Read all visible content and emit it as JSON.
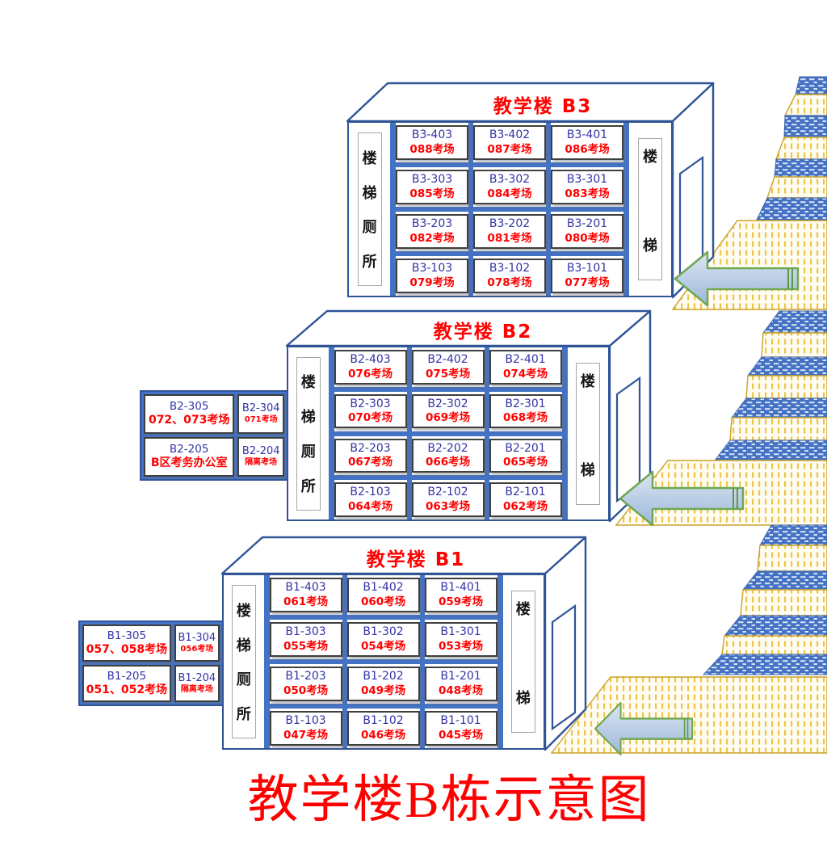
{
  "page": {
    "main_title": "教学楼B栋示意图"
  },
  "colors": {
    "outline_blue": "#2F5597",
    "grid_blue": "#4472C4",
    "room_number_text": "#3333A6",
    "red_text": "#FF0000",
    "arrow_green_border": "#6FA84F",
    "arrow_fill_light": "#DCE6F2",
    "hatch_yellow": "#EDB92E"
  },
  "buildings": [
    {
      "id": "B3",
      "title": "教学楼 B3",
      "left_label": [
        "楼",
        "梯",
        "厕",
        "所"
      ],
      "right_label": [
        "楼",
        "梯"
      ],
      "rooms": [
        [
          {
            "room": "B3-403",
            "exam": "088考场"
          },
          {
            "room": "B3-402",
            "exam": "087考场"
          },
          {
            "room": "B3-401",
            "exam": "086考场"
          }
        ],
        [
          {
            "room": "B3-303",
            "exam": "085考场"
          },
          {
            "room": "B3-302",
            "exam": "084考场"
          },
          {
            "room": "B3-301",
            "exam": "083考场"
          }
        ],
        [
          {
            "room": "B3-203",
            "exam": "082考场"
          },
          {
            "room": "B3-202",
            "exam": "081考场"
          },
          {
            "room": "B3-201",
            "exam": "080考场"
          }
        ],
        [
          {
            "room": "B3-103",
            "exam": "079考场"
          },
          {
            "room": "B3-102",
            "exam": "078考场"
          },
          {
            "room": "B3-101",
            "exam": "077考场"
          }
        ]
      ]
    },
    {
      "id": "B2",
      "title": "教学楼 B2",
      "left_label": [
        "楼",
        "梯",
        "厕",
        "所"
      ],
      "right_label": [
        "楼",
        "梯"
      ],
      "rooms": [
        [
          {
            "room": "B2-403",
            "exam": "076考场"
          },
          {
            "room": "B2-402",
            "exam": "075考场"
          },
          {
            "room": "B2-401",
            "exam": "074考场"
          }
        ],
        [
          {
            "room": "B2-303",
            "exam": "070考场"
          },
          {
            "room": "B2-302",
            "exam": "069考场"
          },
          {
            "room": "B2-301",
            "exam": "068考场"
          }
        ],
        [
          {
            "room": "B2-203",
            "exam": "067考场"
          },
          {
            "room": "B2-202",
            "exam": "066考场"
          },
          {
            "room": "B2-201",
            "exam": "065考场"
          }
        ],
        [
          {
            "room": "B2-103",
            "exam": "064考场"
          },
          {
            "room": "B2-102",
            "exam": "063考场"
          },
          {
            "room": "B2-101",
            "exam": "062考场"
          }
        ]
      ]
    },
    {
      "id": "B1",
      "title": "教学楼 B1",
      "left_label": [
        "楼",
        "梯",
        "厕",
        "所"
      ],
      "right_label": [
        "楼",
        "梯"
      ],
      "rooms": [
        [
          {
            "room": "B1-403",
            "exam": "061考场"
          },
          {
            "room": "B1-402",
            "exam": "060考场"
          },
          {
            "room": "B1-401",
            "exam": "059考场"
          }
        ],
        [
          {
            "room": "B1-303",
            "exam": "055考场"
          },
          {
            "room": "B1-302",
            "exam": "054考场"
          },
          {
            "room": "B1-301",
            "exam": "053考场"
          }
        ],
        [
          {
            "room": "B1-203",
            "exam": "050考场"
          },
          {
            "room": "B1-202",
            "exam": "049考场"
          },
          {
            "room": "B1-201",
            "exam": "048考场"
          }
        ],
        [
          {
            "room": "B1-103",
            "exam": "047考场"
          },
          {
            "room": "B1-102",
            "exam": "046考场"
          },
          {
            "room": "B1-101",
            "exam": "045考场"
          }
        ]
      ]
    }
  ],
  "annexes": [
    {
      "attached_to": "B2",
      "cells": [
        {
          "room": "B2-305",
          "label": "072、073考场"
        },
        {
          "room": "B2-304",
          "label": "071考场"
        },
        {
          "room": "B2-205",
          "label": "B区考务办公室"
        },
        {
          "room": "B2-204",
          "label": "隔离考场"
        }
      ]
    },
    {
      "attached_to": "B1",
      "cells": [
        {
          "room": "B1-305",
          "label": "057、058考场"
        },
        {
          "room": "B1-304",
          "label": "056考场"
        },
        {
          "room": "B1-205",
          "label": "051、052考场"
        },
        {
          "room": "B1-204",
          "label": "隔离考场"
        }
      ]
    }
  ]
}
